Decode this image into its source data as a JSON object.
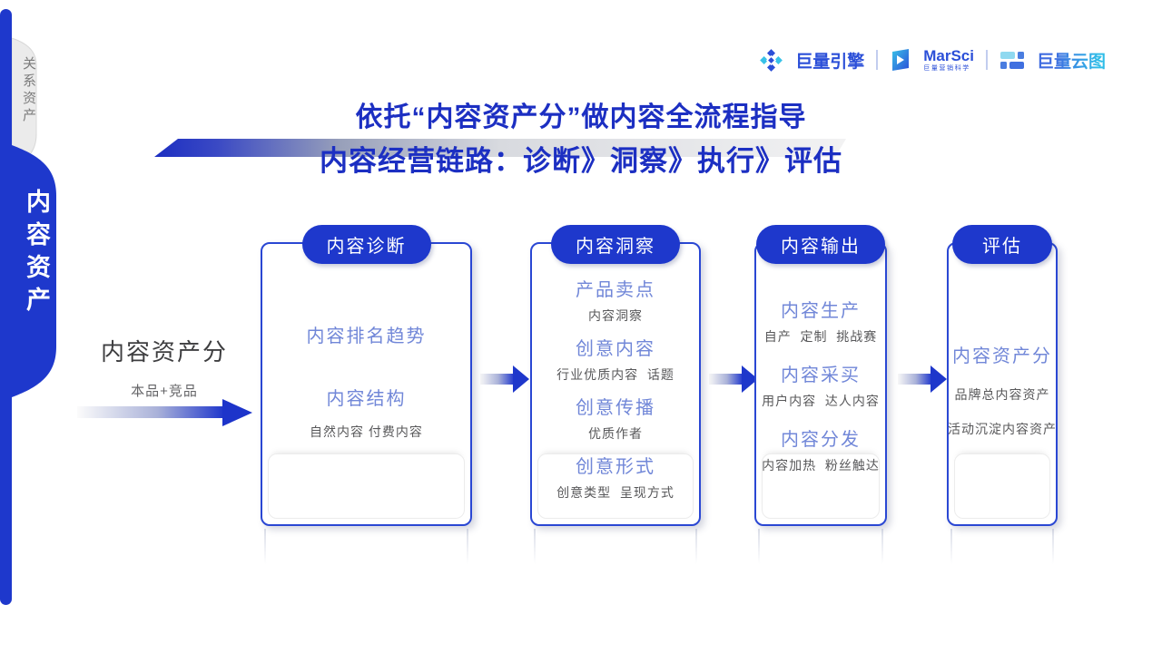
{
  "sidebar": {
    "inactive_tab": "关系资产",
    "active_tab": "内容资产"
  },
  "header": {
    "logo_engine": "巨量引擎",
    "logo_marsci": "MarSci",
    "logo_marsci_sub": "巨量营销科学",
    "logo_yuntu": "巨量云图"
  },
  "title": {
    "line1": "依托“内容资产分”做内容全流程指导",
    "line2": "内容经营链路：诊断》洞察》执行》评估"
  },
  "input_label": {
    "main": "内容资产分",
    "sub": "本品+竞品"
  },
  "columns": [
    {
      "badge": "内容诊断",
      "sections": [
        {
          "heading": "内容排名趋势"
        },
        {
          "heading": "内容结构",
          "sub": "自然内容 付费内容"
        }
      ]
    },
    {
      "badge": "内容洞察",
      "sections": [
        {
          "heading": "产品卖点",
          "sub": "内容洞察"
        },
        {
          "heading": "创意内容",
          "sub": "行业优质内容  话题"
        },
        {
          "heading": "创意传播",
          "sub": "优质作者"
        },
        {
          "heading": "创意形式",
          "sub": "创意类型  呈现方式"
        }
      ]
    },
    {
      "badge": "内容输出",
      "sections": [
        {
          "heading": "内容生产",
          "sub": "自产  定制  挑战赛"
        },
        {
          "heading": "内容采买",
          "sub": "用户内容  达人内容"
        },
        {
          "heading": "内容分发",
          "sub": "内容加热  粉丝触达"
        }
      ]
    },
    {
      "badge": "评估",
      "sections": [
        {
          "heading": "内容资产分"
        },
        {
          "sub": "品牌总内容资产"
        },
        {
          "sub": "活动沉淀内容资产"
        }
      ]
    }
  ],
  "colors": {
    "primary": "#1e38cc",
    "box_border": "#2a47d3",
    "heading_text": "#7187d8",
    "sub_text": "#58585a",
    "title_text": "#1c2fc2",
    "logo_blue": "#2b4fd8",
    "logo_teal": "#38c2e8",
    "inactive_tab_bg": "#ebebeb"
  }
}
